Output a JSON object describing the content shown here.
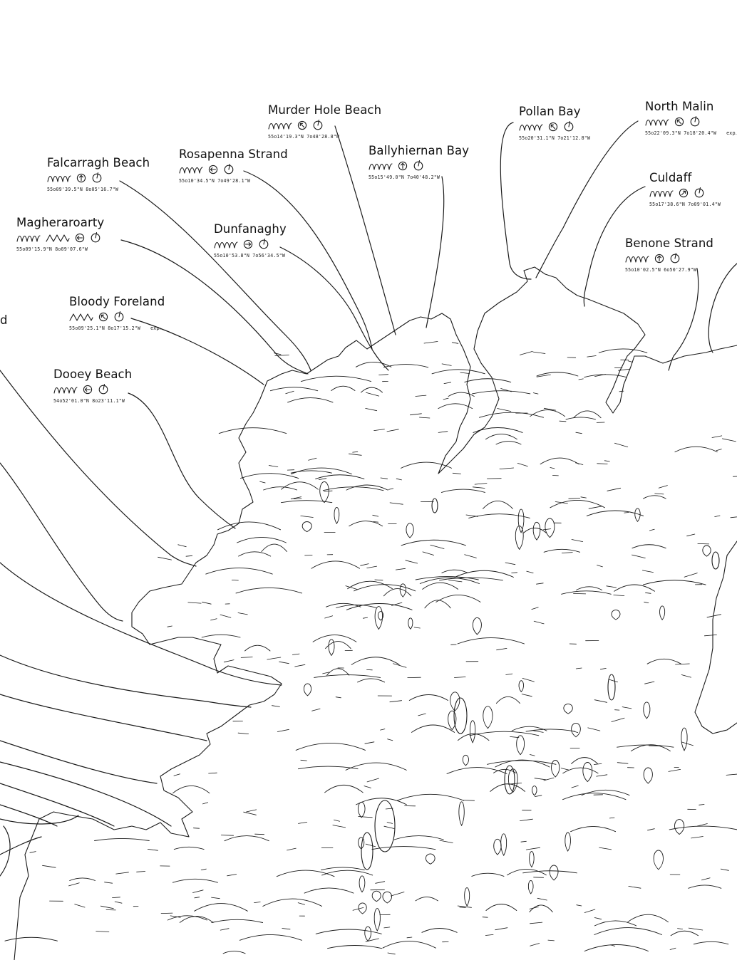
{
  "spots": [
    {
      "id": "murder-hole-beach",
      "name": "Murder Hole Beach",
      "coords": "55o14'19.3\"N 7o48'28.8\"W",
      "exp": "",
      "waves": [
        "wave-icon"
      ],
      "arrows": [
        "arrow-upleft-icon",
        "wind-icon"
      ]
    },
    {
      "id": "pollan-bay",
      "name": "Pollan Bay",
      "coords": "55o20'31.1\"N 7o21'12.8\"W",
      "exp": "",
      "waves": [
        "wave-icon"
      ],
      "arrows": [
        "arrow-upleft-icon",
        "wind-icon"
      ]
    },
    {
      "id": "north-malin",
      "name": "North Malin",
      "coords": "55o22'09.3\"N 7o18'20.4\"W",
      "exp": "exp.",
      "waves": [
        "wave-icon"
      ],
      "arrows": [
        "arrow-upleft-icon",
        "wind-icon"
      ]
    },
    {
      "id": "falcarragh-beach",
      "name": "Falcarragh Beach",
      "coords": "55o09'39.5\"N 8o05'16.7\"W",
      "exp": "",
      "waves": [
        "wave-icon"
      ],
      "arrows": [
        "arrow-up-icon",
        "wind-icon"
      ]
    },
    {
      "id": "rosapenna-strand",
      "name": "Rosapenna Strand",
      "coords": "55o10'34.5\"N 7o49'28.1\"W",
      "exp": "",
      "waves": [
        "wave-icon"
      ],
      "arrows": [
        "arrow-left-icon",
        "wind-icon"
      ]
    },
    {
      "id": "ballyhiernan-bay",
      "name": "Ballyhiernan Bay",
      "coords": "55o15'49.0\"N 7o40'48.2\"W",
      "exp": "",
      "waves": [
        "wave-icon"
      ],
      "arrows": [
        "arrow-up-icon",
        "wind-icon"
      ]
    },
    {
      "id": "culdaff",
      "name": "Culdaff",
      "coords": "55o17'38.6\"N 7o09'01.4\"W",
      "exp": "",
      "waves": [
        "wave-icon"
      ],
      "arrows": [
        "arrow-upright-icon",
        "wind-icon"
      ]
    },
    {
      "id": "magheraroarty",
      "name": "Magheraroarty",
      "coords": "55o09'15.9\"N 8o09'07.6\"W",
      "exp": "",
      "waves": [
        "wave-icon",
        "chop-wave-icon"
      ],
      "arrows": [
        "arrow-left-icon",
        "wind-icon"
      ]
    },
    {
      "id": "dunfanaghy",
      "name": "Dunfanaghy",
      "coords": "55o10'53.8\"N 7o56'34.5\"W",
      "exp": "",
      "waves": [
        "wave-icon"
      ],
      "arrows": [
        "arrow-right-icon",
        "wind-icon"
      ]
    },
    {
      "id": "benone-strand",
      "name": "Benone Strand",
      "coords": "55o10'02.5\"N 6o50'27.9\"W",
      "exp": "",
      "waves": [
        "wave-icon"
      ],
      "arrows": [
        "arrow-up-icon",
        "wind-icon"
      ]
    },
    {
      "id": "bloody-foreland",
      "name": "Bloody Foreland",
      "coords": "55o09'25.1\"N 8o17'15.2\"W",
      "exp": "exp.",
      "waves": [
        "chop-wave-icon"
      ],
      "arrows": [
        "arrow-upleft-icon",
        "wind-icon"
      ]
    },
    {
      "id": "dooey-beach",
      "name": "Dooey Beach",
      "coords": "54o52'01.0\"N 8o23'11.1\"W",
      "exp": "",
      "waves": [
        "wave-icon"
      ],
      "arrows": [
        "arrow-left-icon",
        "wind-icon"
      ]
    }
  ],
  "partial_label": "d"
}
